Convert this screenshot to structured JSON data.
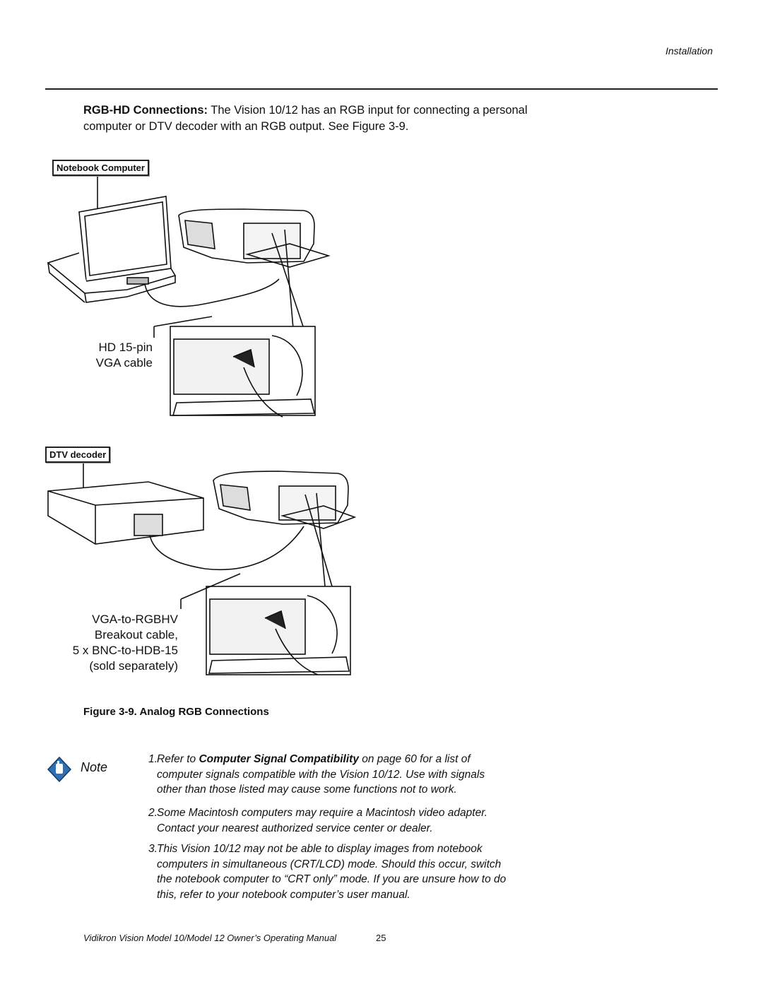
{
  "header": {
    "section": "Installation"
  },
  "intro": {
    "lead_bold": "RGB-HD Connections:",
    "line1": " The Vision 10/12 has an RGB input for connecting a personal",
    "line2": "computer or DTV decoder with an RGB output. See Figure 3-9."
  },
  "figure": {
    "label_notebook": "Notebook Computer",
    "label_dtv": "DTV decoder",
    "cable1_line1": "HD 15-pin",
    "cable1_line2": "VGA cable",
    "cable2_line1": "VGA-to-RGBHV",
    "cable2_line2": "Breakout cable,",
    "cable2_line3": "5 x BNC-to-HDB-15",
    "cable2_line4": "(sold separately)",
    "caption_prefix": "Figure 3-9.",
    "caption_title": " Analog RGB Connections"
  },
  "note": {
    "icon_label": "Note",
    "item1_num": "1.",
    "item1_a": "Refer to ",
    "item1_bold": "Computer Signal Compatibility",
    "item1_b": " on page 60 for a list of",
    "item1_c": "computer signals compatible with the Vision 10/12. Use with signals",
    "item1_d": "other than those listed may cause some functions not to work.",
    "item2_num": "2.",
    "item2_a": "Some Macintosh computers may require a Macintosh video adapter.",
    "item2_b": "Contact your nearest authorized service center or dealer.",
    "item3_num": "3.",
    "item3_a": "This Vision 10/12 may not be able to display images from notebook",
    "item3_b": "computers in simultaneous (CRT/LCD) mode. Should this occur, switch",
    "item3_c": "the notebook computer to “CRT only” mode. If you are unsure how to do",
    "item3_d": "this, refer to your notebook computer’s user manual."
  },
  "footer": {
    "manual_title": "Vidikron Vision Model 10/Model 12 Owner’s Operating Manual",
    "page_number": "25"
  },
  "colors": {
    "ink": "#111111",
    "note_icon_blue": "#2f6fb3"
  }
}
